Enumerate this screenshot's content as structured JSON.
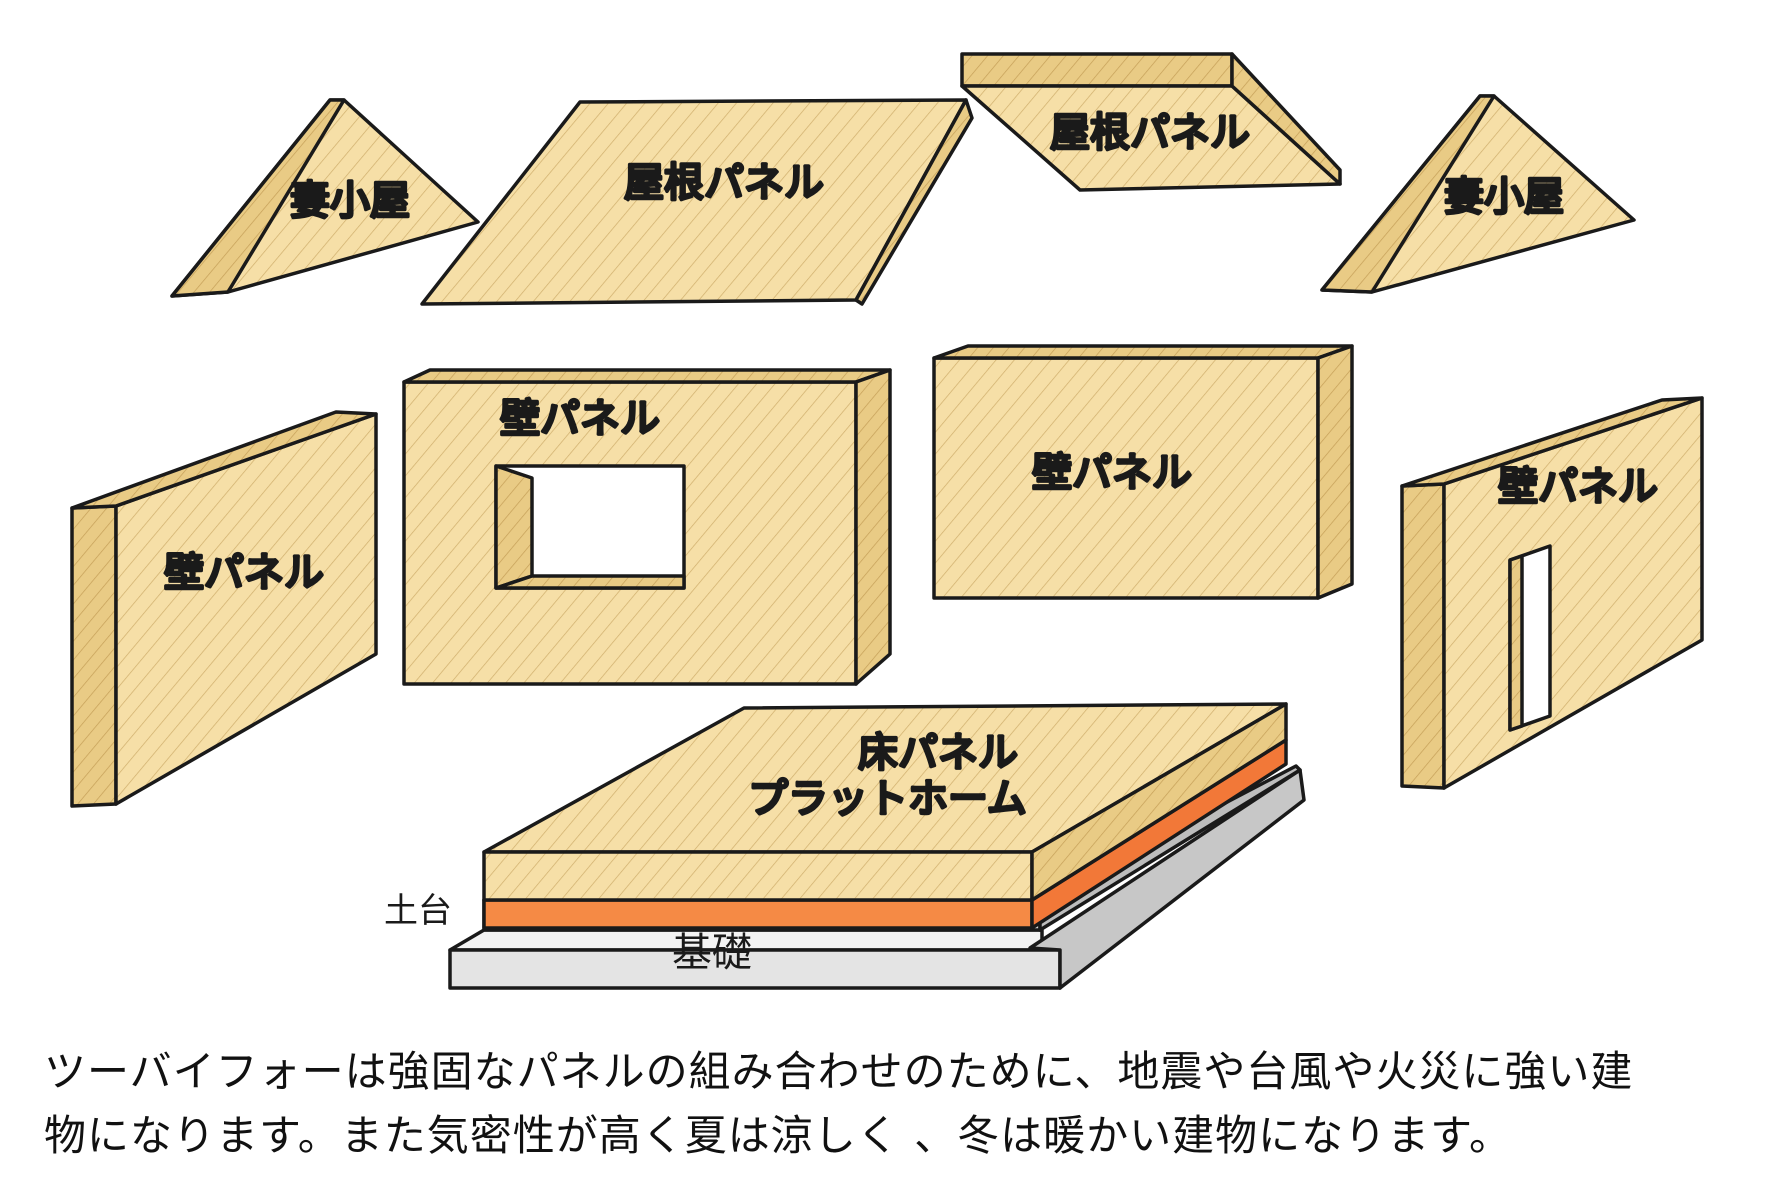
{
  "labels": {
    "gable_left": "妻小屋",
    "roof_left": "屋根パネル",
    "roof_right": "屋根パネル",
    "gable_right": "妻小屋",
    "wall_far_left": "壁パネル",
    "wall_window": "壁パネル",
    "wall_center_right": "壁パネル",
    "wall_right": "壁パネル",
    "floor_line1": "床パネル",
    "floor_line2": "プラットホーム",
    "sill": "土台",
    "foundation": "基礎"
  },
  "caption": {
    "line1": "ツーバイフォーは強固なパネルの組み合わせのために、地震や台風や火災に強い建",
    "line2": "物になります。また気密性が高く夏は涼しく 、冬は暖かい建物になります。"
  },
  "colors": {
    "wood": "#f6dfa7",
    "wood_side": "#e9cb85",
    "sill": "#f58a45",
    "foundation": "#e4e4e4",
    "outline": "#1a1a1a"
  }
}
